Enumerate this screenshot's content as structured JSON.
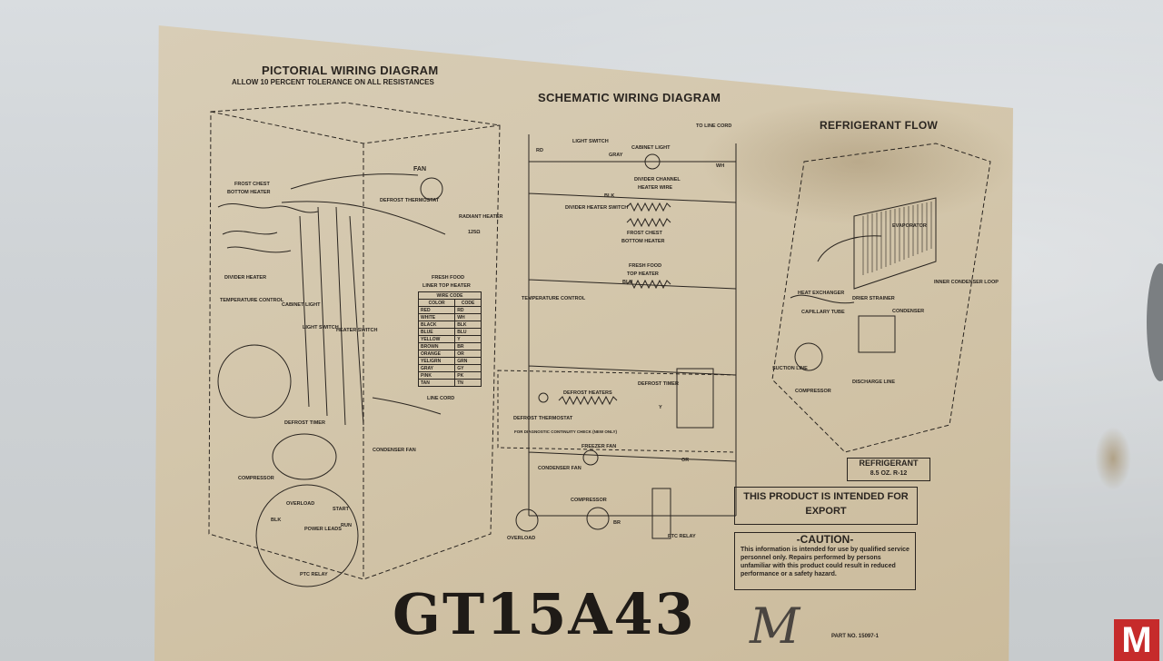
{
  "label": {
    "pictorial": {
      "title": "PICTORIAL WIRING DIAGRAM",
      "subtitle": "ALLOW 10 PERCENT TOLERANCE ON ALL RESISTANCES",
      "callouts": {
        "frost_chest": "FROST CHEST",
        "bottom_heater": "BOTTOM HEATER",
        "fan": "FAN",
        "defrost_thermostat": "DEFROST THERMOSTAT",
        "radiant_heater": "RADIANT HEATER",
        "radiant_ohms": "125Ω",
        "divider_heater": "DIVIDER HEATER",
        "temperature_control": "TEMPERATURE CONTROL",
        "cabinet_light": "CABINET LIGHT",
        "fresh_food": "FRESH FOOD",
        "liner_top_heater": "LINER TOP HEATER",
        "light_switch": "LIGHT SWITCH",
        "heater_switch": "HEATER SWITCH",
        "line_cord": "LINE CORD",
        "defrost_timer": "DEFROST TIMER",
        "condenser_fan": "CONDENSER FAN",
        "compressor": "COMPRESSOR",
        "overload": "OVERLOAD",
        "start": "START",
        "run": "RUN",
        "power_leads": "POWER LEADS",
        "ptc_relay": "PTC RELAY",
        "blk": "BLK"
      },
      "wire_code": {
        "title": "WIRE CODE",
        "headers": [
          "COLOR",
          "CODE"
        ],
        "rows": [
          [
            "RED",
            "RD"
          ],
          [
            "WHITE",
            "WH"
          ],
          [
            "BLACK",
            "BLK"
          ],
          [
            "BLUE",
            "BLU"
          ],
          [
            "YELLOW",
            "Y"
          ],
          [
            "BROWN",
            "BR"
          ],
          [
            "ORANGE",
            "OR"
          ],
          [
            "YEL/GRN",
            "GRN"
          ],
          [
            "GRAY",
            "GY"
          ],
          [
            "PINK",
            "PK"
          ],
          [
            "TAN",
            "TN"
          ]
        ]
      }
    },
    "schematic": {
      "title": "SCHEMATIC WIRING DIAGRAM",
      "to_line_cord": "TO LINE CORD",
      "light_switch": "LIGHT SWITCH",
      "cabinet_light": "CABINET LIGHT",
      "divider_channel": "DIVIDER CHANNEL",
      "heater_wire": "HEATER WIRE",
      "divider_heater_switch": "DIVIDER HEATER SWITCH",
      "frost_chest": "FROST CHEST",
      "bottom_heater": "BOTTOM HEATER",
      "fresh_food": "FRESH FOOD",
      "top_heater": "TOP HEATER",
      "temperature_control": "TEMPERATURE CONTROL",
      "defrost_heaters": "DEFROST HEATERS",
      "defrost_timer": "DEFROST TIMER",
      "defrost_thermostat": "DEFROST THERMOSTAT",
      "diagnostic_note": "FOR DIAGNOSTIC CONTINUITY CHECK (NEW ONLY)",
      "freezer_fan": "FREEZER FAN",
      "condenser_fan": "CONDENSER FAN",
      "compressor": "COMPRESSOR",
      "overload": "OVERLOAD",
      "ptc_relay": "PTC RELAY",
      "wires": {
        "rd": "RD",
        "wh": "WH",
        "gray": "GRAY",
        "blk": "BLK",
        "blu": "BLU",
        "y": "Y",
        "or": "OR",
        "br": "BR"
      }
    },
    "refrigerant": {
      "title": "REFRIGERANT FLOW",
      "evaporator": "EVAPORATOR",
      "heat_exchanger": "HEAT EXCHANGER",
      "drier_strainer": "DRIER STRAINER",
      "inner_condenser_loop": "INNER CONDENSER LOOP",
      "capillary_tube": "CAPILLARY TUBE",
      "condenser": "CONDENSER",
      "suction_line": "SUCTION LINE",
      "discharge_line": "DISCHARGE LINE",
      "compressor": "COMPRESSOR",
      "refrigerant_box": "REFRIGERANT",
      "refrigerant_amount": "8.5 OZ. R-12"
    },
    "export_notice": "THIS PRODUCT IS INTENDED FOR EXPORT",
    "caution": {
      "title": "-CAUTION-",
      "text": "This information is intended for use by qualified service personnel only. Repairs performed by persons unfamiliar with this product could result in reduced performance or a safety hazard."
    },
    "model": "GT15A43",
    "handwritten_mark": "M",
    "part_no": "PART NO. 15097-1"
  },
  "colors": {
    "paper": "#d3c6ab",
    "ink": "#2a2520",
    "wall": "#cfd3d6",
    "logo": "#c62b2b"
  },
  "logo_letter": "M"
}
